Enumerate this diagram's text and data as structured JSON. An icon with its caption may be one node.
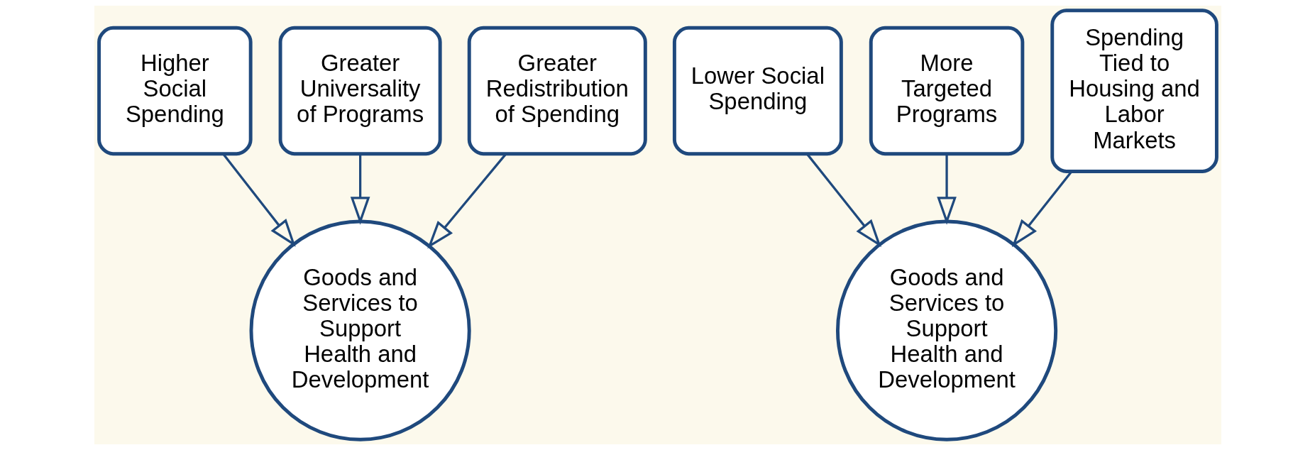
{
  "diagram": {
    "nodes": [
      {
        "text": [
          "Higher Social Spending"
        ]
      },
      {
        "text": [
          "Greater Universality of Programs"
        ]
      },
      {
        "text": [
          "Greater Redistribution of Spending"
        ]
      },
      {
        "text": [
          "Goods and Services to Support Health and Development"
        ]
      },
      {
        "text": [
          "Lower Social Spending"
        ]
      },
      {
        "text": [
          "More Targeted Programs"
        ]
      },
      {
        "text": [
          "Spending Tied to Housing and Labor Markets"
        ]
      },
      {
        "text": [
          "Goods and Services to Support Health and Development"
        ]
      }
    ],
    "edges": [
      {
        "from": 0,
        "to": 3,
        "arrow": "to"
      },
      {
        "from": 1,
        "to": 3,
        "arrow": "to"
      },
      {
        "from": 2,
        "to": 3,
        "arrow": "to"
      },
      {
        "from": 4,
        "to": 7,
        "arrow": "to"
      },
      {
        "from": 5,
        "to": 7,
        "arrow": "to"
      },
      {
        "from": 6,
        "to": 7,
        "arrow": "to"
      }
    ]
  }
}
